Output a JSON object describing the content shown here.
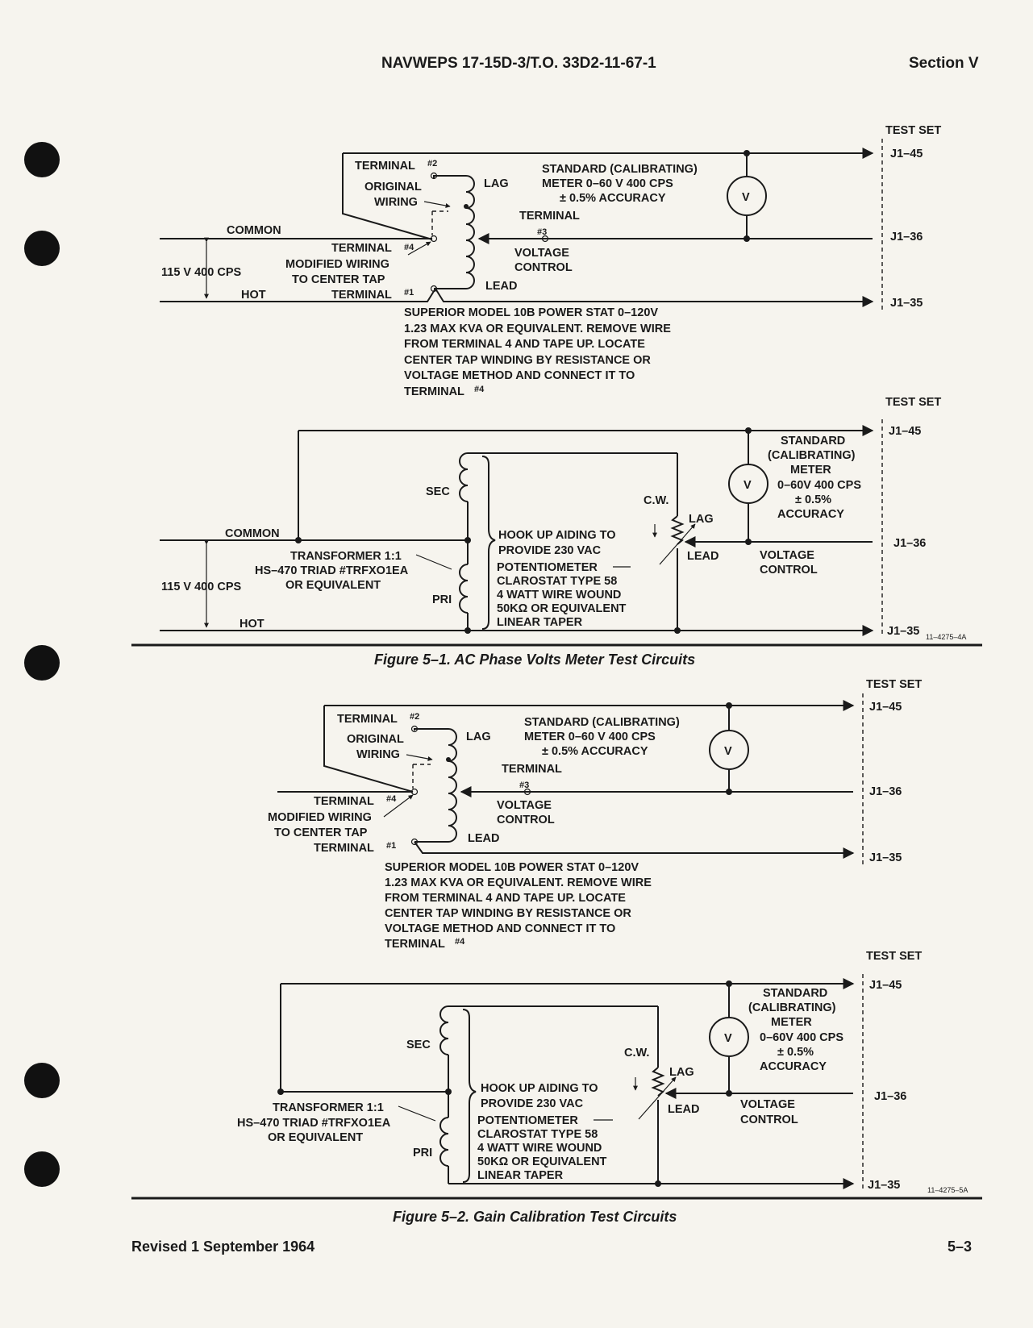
{
  "header": {
    "doc_number": "NAVWEPS 17-15D-3/T.O. 33D2-11-67-1",
    "section": "Section V"
  },
  "footer": {
    "revision": "Revised 1 September 1964",
    "page_number": "5–3"
  },
  "common": {
    "test_set": "TEST SET",
    "j1_45": "J1–45",
    "j1_36": "J1–36",
    "j1_35": "J1–35",
    "v": "V",
    "terminal": "TERMINAL",
    "num2": "#2",
    "num3": "#3",
    "num4": "#4",
    "num1": "#1",
    "original": "ORIGINAL",
    "wiring": "WIRING",
    "lag": "LAG",
    "lead": "LEAD",
    "std_cal": "STANDARD (CALIBRATING)",
    "meter_line": "METER   0–60 V 400 CPS",
    "accuracy_line": "± 0.5% ACCURACY",
    "voltage": "VOLTAGE",
    "control": "CONTROL",
    "modified_wiring": "MODIFIED WIRING",
    "to_center_tap": "TO CENTER TAP",
    "note_lines": [
      "SUPERIOR MODEL 10B POWER STAT 0–120V",
      "1.23 MAX KVA OR EQUIVALENT. REMOVE WIRE",
      "FROM TERMINAL 4 AND TAPE UP.  LOCATE",
      "CENTER TAP WINDING BY RESISTANCE OR",
      "VOLTAGE METHOD AND CONNECT IT TO",
      "TERMINAL"
    ],
    "common": "COMMON",
    "hot": "HOT",
    "source": "115 V 400 CPS",
    "sec": "SEC",
    "pri": "PRI",
    "cw": "C.W.",
    "standard": "STANDARD",
    "calibrating": "(CALIBRATING)",
    "meter": "METER",
    "range": "0–60V  400 CPS",
    "pct": "± 0.5%",
    "accuracy": "ACCURACY",
    "transformer": "TRANSFORMER 1:1",
    "triad": "HS–470 TRIAD #TRFXO1EA",
    "or_equiv": "OR EQUIVALENT",
    "hook1": "HOOK UP AIDING TO",
    "hook2": "PROVIDE 230 VAC",
    "pot1": "POTENTIOMETER",
    "pot2": "CLAROSTAT TYPE 58",
    "pot3": "4 WATT WIRE WOUND",
    "pot4": "50KΩ  OR EQUIVALENT",
    "pot5": "LINEAR TAPER"
  },
  "figure1": {
    "caption": "Figure 5–1. AC Phase Volts Meter Test Circuits",
    "ref": "11–4275–4A"
  },
  "figure2": {
    "caption": "Figure 5–2. Gain Calibration Test Circuits",
    "ref": "11–4275–5A"
  }
}
